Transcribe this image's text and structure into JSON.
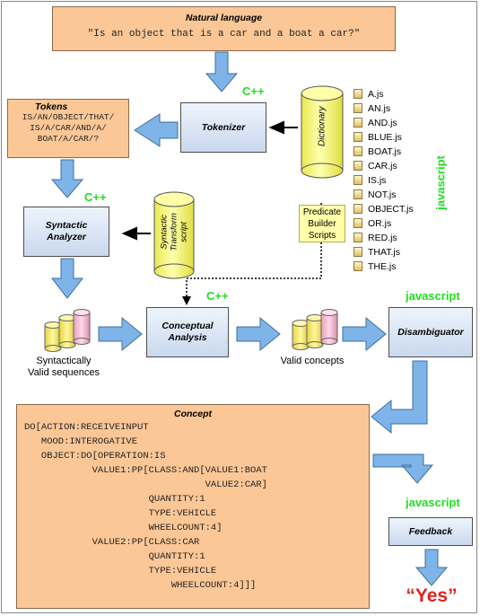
{
  "natural_language": {
    "title": "Natural language",
    "text": "\"Is an object that is a car and a boat a car?\""
  },
  "tokens": {
    "title": "Tokens",
    "lines": [
      "IS/AN/OBJECT/THAT/",
      "IS/A/CAR/AND/A/",
      "BOAT/A/CAR/?"
    ]
  },
  "tokenizer": {
    "label": "Tokenizer",
    "lang": "C++"
  },
  "dictionary": {
    "label": "Dictionary",
    "lang": "javascript"
  },
  "files": [
    "A.js",
    "AN.js",
    "AND.js",
    "BLUE.js",
    "BOAT.js",
    "CAR.js",
    "IS.js",
    "NOT.js",
    "OBJECT.js",
    "OR.js",
    "RED.js",
    "THAT.js",
    "THE.js"
  ],
  "syntactic_analyzer": {
    "label_line1": "Syntactic",
    "label_line2": "Analyzer",
    "lang": "C++"
  },
  "syntactic_transform": {
    "line1": "Syntactic",
    "line2": "Transform",
    "line3": "script"
  },
  "predicate_builder": {
    "line1": "Predicate",
    "line2": "Builder",
    "line3": "Scripts"
  },
  "conceptual_analysis": {
    "label_line1": "Conceptual",
    "label_line2": "Analysis",
    "lang": "C++"
  },
  "syntactic_sequences": {
    "line1": "Syntactically",
    "line2": "Valid sequences"
  },
  "valid_concepts": {
    "label": "Valid concepts"
  },
  "disambiguator": {
    "label": "Disambiguator",
    "lang": "javascript"
  },
  "concept": {
    "title": "Concept",
    "lines": [
      "DO[ACTION:RECEIVEINPUT",
      "   MOOD:INTEROGATIVE",
      "   OBJECT:DO[OPERATION:IS",
      "            VALUE1:PP[CLASS:AND[VALUE1:BOAT",
      "                                VALUE2:CAR]",
      "                      QUANTITY:1",
      "                      TYPE:VEHICLE",
      "                      WHEELCOUNT:4]",
      "            VALUE2:PP[CLASS:CAR",
      "                      QUANTITY:1",
      "                      TYPE:VEHICLE",
      "                          WHEELCOUNT:4]]]"
    ]
  },
  "feedback": {
    "label": "Feedback",
    "lang": "javascript"
  },
  "answer": {
    "text": "“Yes”"
  },
  "colors": {
    "orange_box": "#fbc796",
    "blue_box": "#c9d8ee",
    "arrow_blue": "#7fb4e8",
    "lang_green": "#22dd22",
    "answer_red": "#e0241c",
    "cylinder_yellow": "#ffff88"
  }
}
